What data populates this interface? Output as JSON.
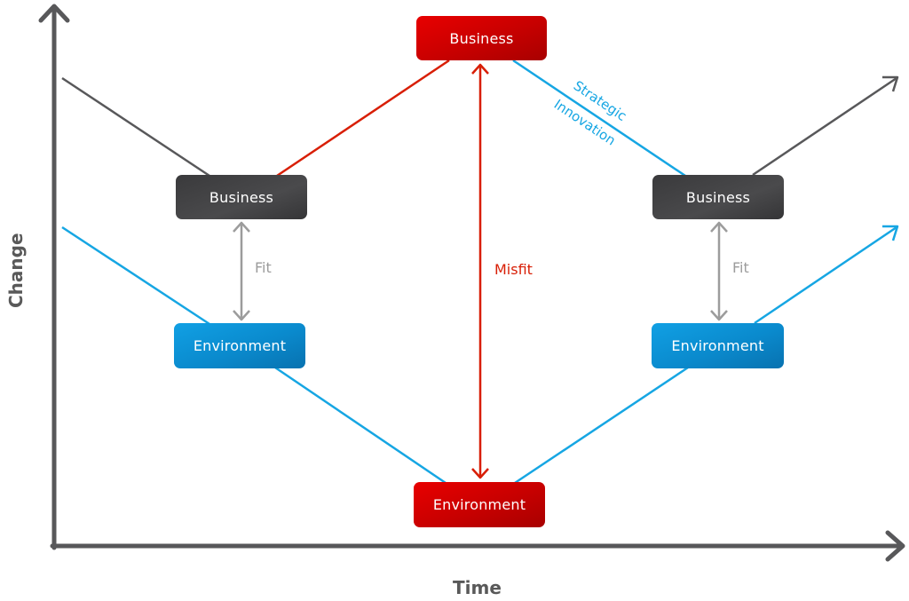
{
  "axes": {
    "y_label": "Change",
    "x_label": "Time"
  },
  "colors": {
    "axis": "#58585a",
    "business_line": "#58585a",
    "environment_line": "#16a6e3",
    "misfit": "#d81e05",
    "fit": "#9c9c9c",
    "red_node": "#d10000",
    "dark_node": "#404042",
    "blue_node": "#0d8fd3"
  },
  "nodes": {
    "left_business": "Business",
    "left_environment": "Environment",
    "center_business": "Business",
    "center_environment": "Environment",
    "right_business": "Business",
    "right_environment": "Environment"
  },
  "annotations": {
    "left_fit": "Fit",
    "right_fit": "Fit",
    "misfit": "Misfit",
    "strategic": "Strategic",
    "innovation": "Innovation"
  }
}
